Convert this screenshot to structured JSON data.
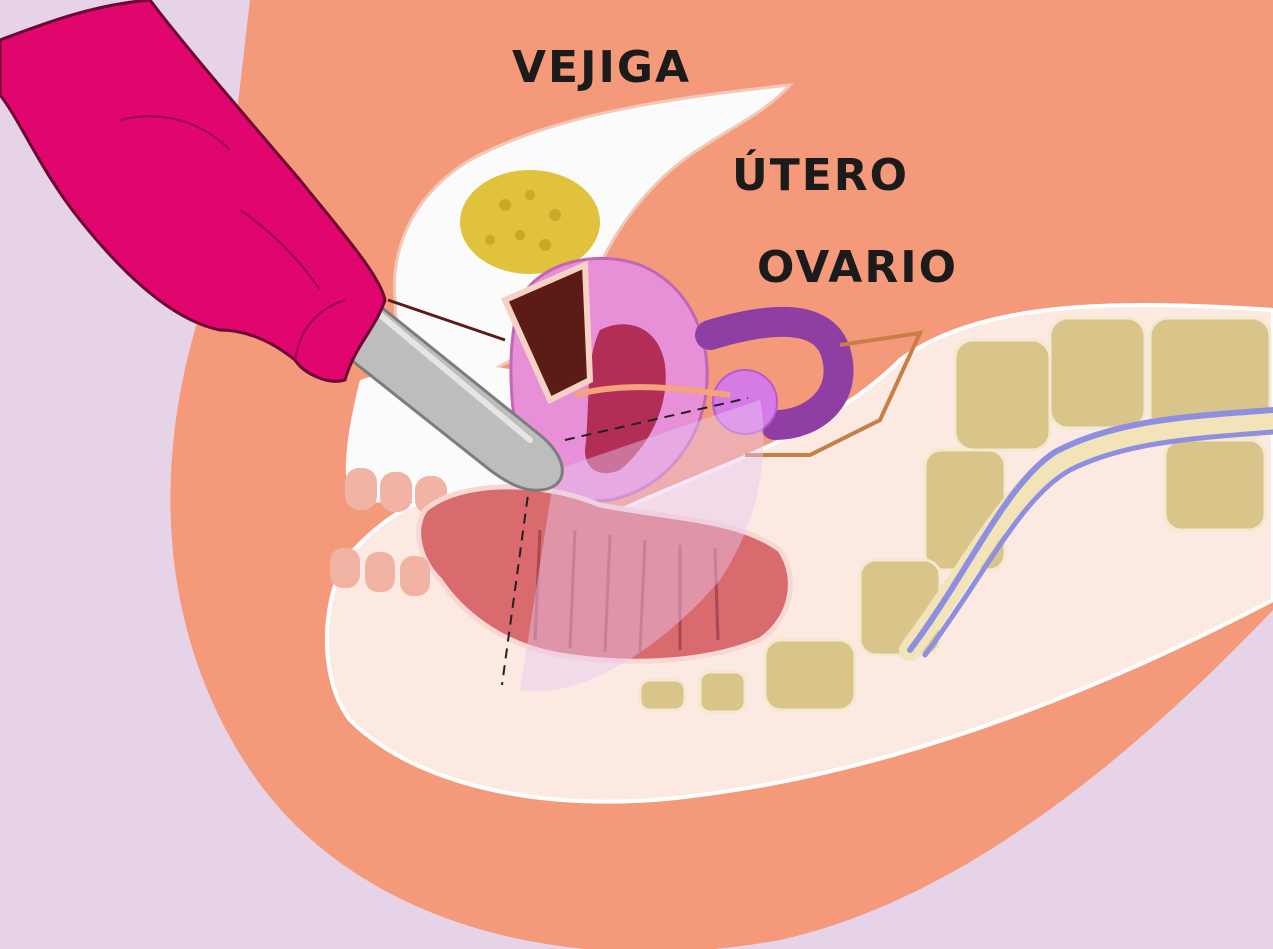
{
  "labels": {
    "bladder": "VEJIGA",
    "uterus": "ÚTERO",
    "ovary": "OVARIO"
  },
  "colors": {
    "background": "#e6d3e8",
    "body": "#f49a7a",
    "tissue_light": "#fbe9e2",
    "uterus": "#e790d8",
    "ovary": "#d67ae6",
    "fallopian_tube": "#8f3fa3",
    "rectum": "#d96a6e",
    "vertebra": "#ead7a3",
    "glove": "#e0066e",
    "probe": "#b9b9b9",
    "nerve": "#8e8fe0"
  },
  "icons": [
    "gloved-hand",
    "transvaginal-probe"
  ]
}
